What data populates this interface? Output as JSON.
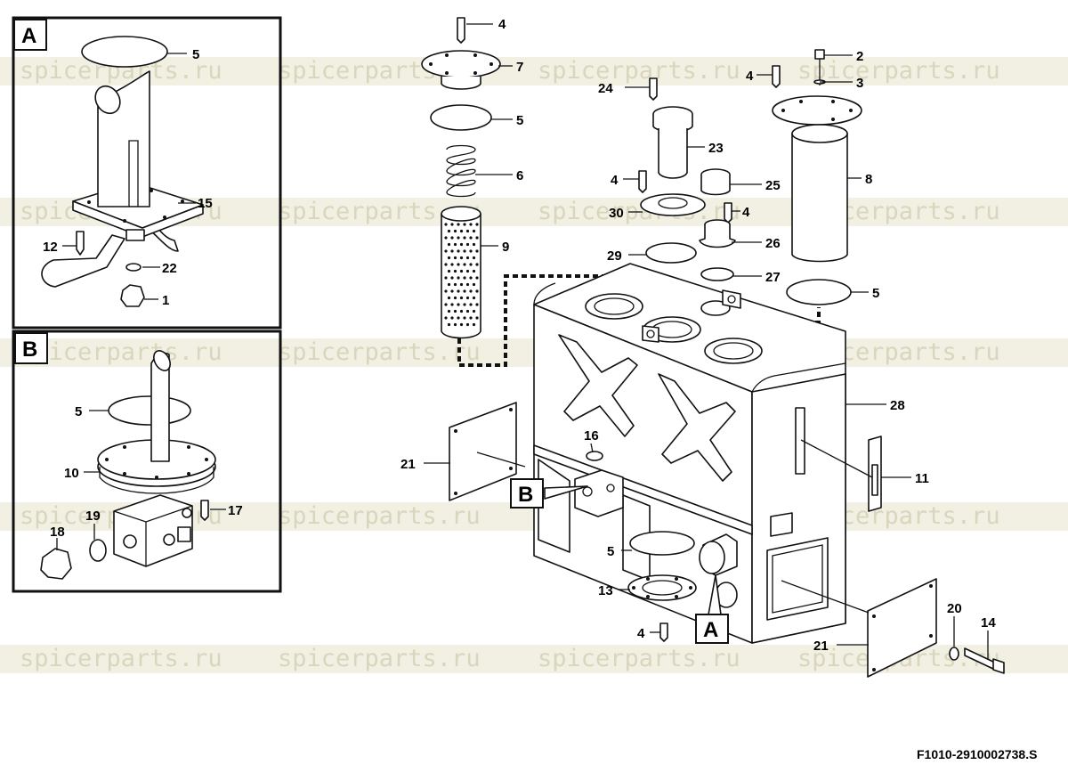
{
  "watermark": "spicerparts.ru",
  "figure_ref": "F1010-2910002738.S",
  "insets": {
    "a_label": "A",
    "b_label": "B"
  },
  "callouts": {
    "a5": "5",
    "a15": "15",
    "a12": "12",
    "a22": "22",
    "a1": "1",
    "b5": "5",
    "b10": "10",
    "b17": "17",
    "b19": "19",
    "b18": "18",
    "m4top": "4",
    "m7": "7",
    "m5a": "5",
    "m6": "6",
    "m9": "9",
    "m24": "24",
    "m23": "23",
    "m4b": "4",
    "m30": "30",
    "m25": "25",
    "m4c": "4",
    "m26": "26",
    "m29": "29",
    "m27": "27",
    "m2": "2",
    "m4d": "4",
    "m3": "3",
    "m8": "8",
    "m5b": "5",
    "m28": "28",
    "m11": "11",
    "m21a": "21",
    "m16": "16",
    "m5c": "5",
    "m13": "13",
    "m4e": "4",
    "m20": "20",
    "m14": "14",
    "m21b": "21"
  },
  "pointers": {
    "b": "B",
    "a": "A"
  }
}
